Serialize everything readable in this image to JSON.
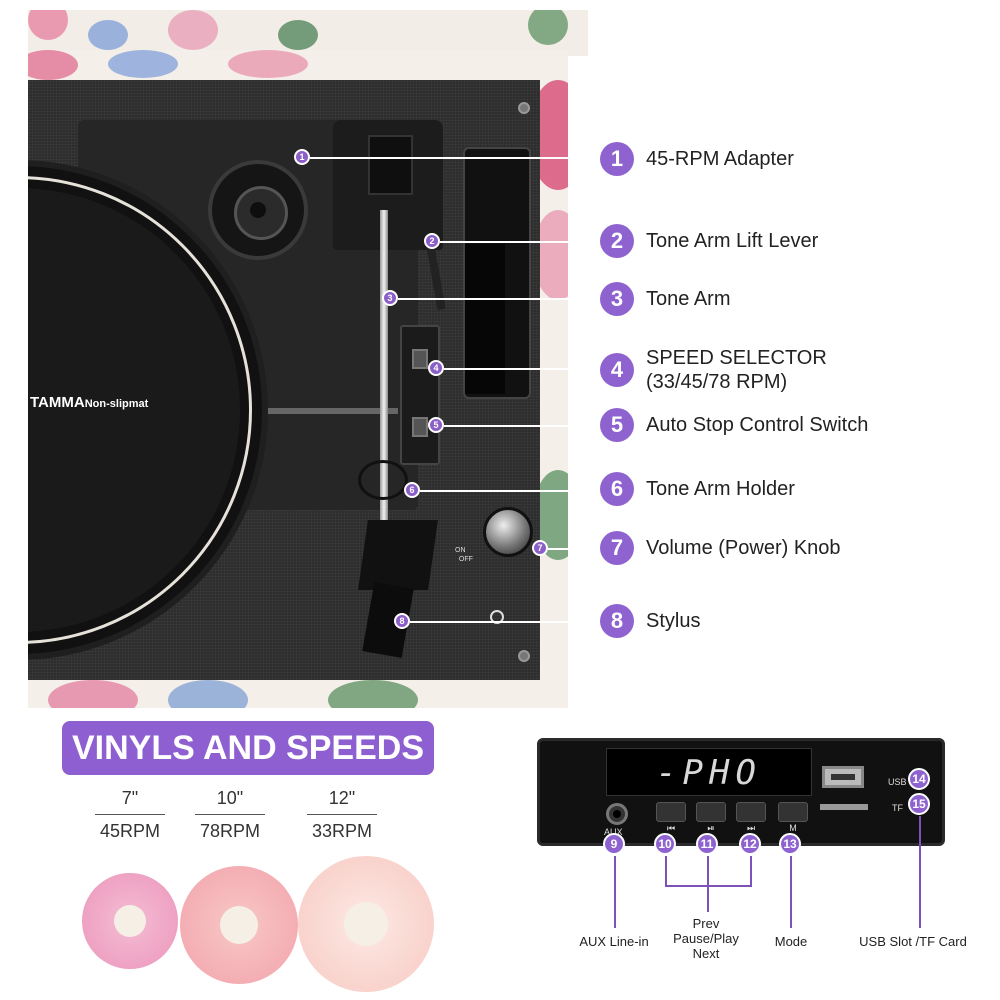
{
  "product": {
    "mat_brand": "TAMMA",
    "mat_text": "Non-slipmat",
    "on_label": "ON",
    "off_label": "OFF"
  },
  "callouts": [
    {
      "num": "1",
      "label": "45-RPM Adapter",
      "sub": ""
    },
    {
      "num": "2",
      "label": "Tone Arm Lift Lever",
      "sub": ""
    },
    {
      "num": "3",
      "label": "Tone Arm",
      "sub": ""
    },
    {
      "num": "4",
      "label": "SPEED SELECTOR",
      "sub": "(33/45/78 RPM)"
    },
    {
      "num": "5",
      "label": "Auto Stop Control Switch",
      "sub": ""
    },
    {
      "num": "6",
      "label": "Tone Arm Holder",
      "sub": ""
    },
    {
      "num": "7",
      "label": "Volume (Power) Knob",
      "sub": ""
    },
    {
      "num": "8",
      "label": "Stylus",
      "sub": ""
    }
  ],
  "vinyls": {
    "title": "VINYLS AND SPEEDS",
    "sizes": [
      {
        "size": "7\"",
        "speed": "45RPM",
        "color": "#f1a8c6"
      },
      {
        "size": "10\"",
        "speed": "78RPM",
        "color": "#f6b6b8"
      },
      {
        "size": "12\"",
        "speed": "33RPM",
        "color": "#fbd9d4"
      }
    ]
  },
  "control_panel": {
    "display": "-PHO",
    "aux_label": "AUX",
    "usb_label": "USB",
    "tf_label": "TF",
    "buttons": [
      {
        "num": "10",
        "label": "⏮"
      },
      {
        "num": "11",
        "label": "⏯"
      },
      {
        "num": "12",
        "label": "⏭"
      },
      {
        "num": "13",
        "label": "M"
      }
    ],
    "badges": {
      "aux": "9",
      "usb": "14",
      "tf": "15"
    },
    "captions": {
      "aux": "AUX Line-in",
      "prev_line1": "Prev",
      "prev_line2": "Pause/Play",
      "prev_line3": "Next",
      "mode": "Mode",
      "usb_tf": "USB Slot /TF Card"
    }
  },
  "colors": {
    "accent": "#8f63cf",
    "deck": "#2d2d2e"
  }
}
